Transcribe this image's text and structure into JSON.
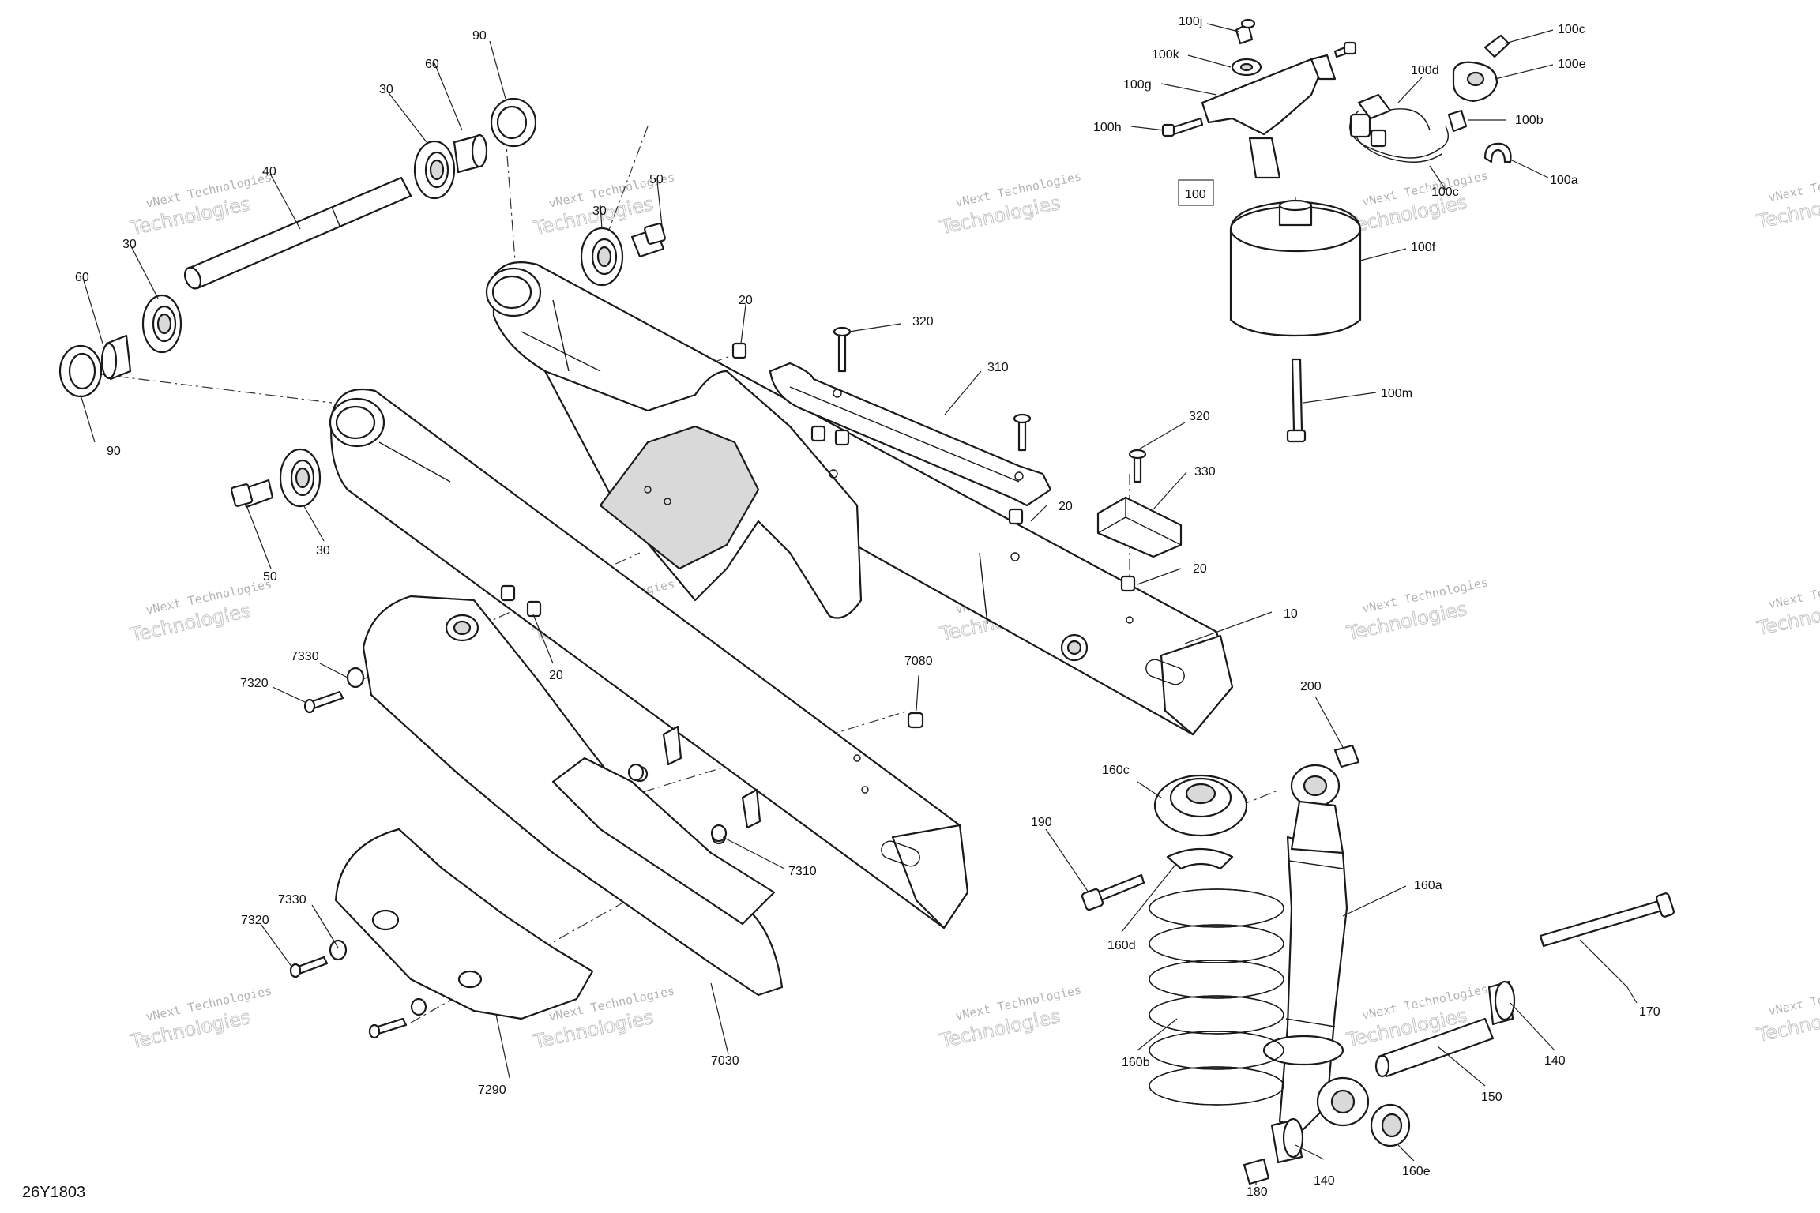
{
  "figure_id": "26Y1803",
  "watermark": {
    "line1": "vNext Technologies",
    "line2": "Technologies"
  },
  "boxed_callout": "100",
  "callouts": [
    "90",
    "60",
    "30",
    "40",
    "30",
    "60",
    "90",
    "50",
    "30",
    "50",
    "30",
    "20",
    "320",
    "310",
    "320",
    "330",
    "20",
    "20",
    "20",
    "10",
    "7330",
    "7320",
    "7080",
    "7310",
    "7330",
    "7320",
    "7030",
    "7290",
    "100j",
    "100k",
    "100g",
    "100h",
    "100c",
    "100e",
    "100d",
    "100b",
    "100a",
    "100f",
    "100m",
    "100c",
    "200",
    "160c",
    "190",
    "160d",
    "160a",
    "160b",
    "170",
    "140",
    "150",
    "140",
    "160e",
    "180"
  ]
}
